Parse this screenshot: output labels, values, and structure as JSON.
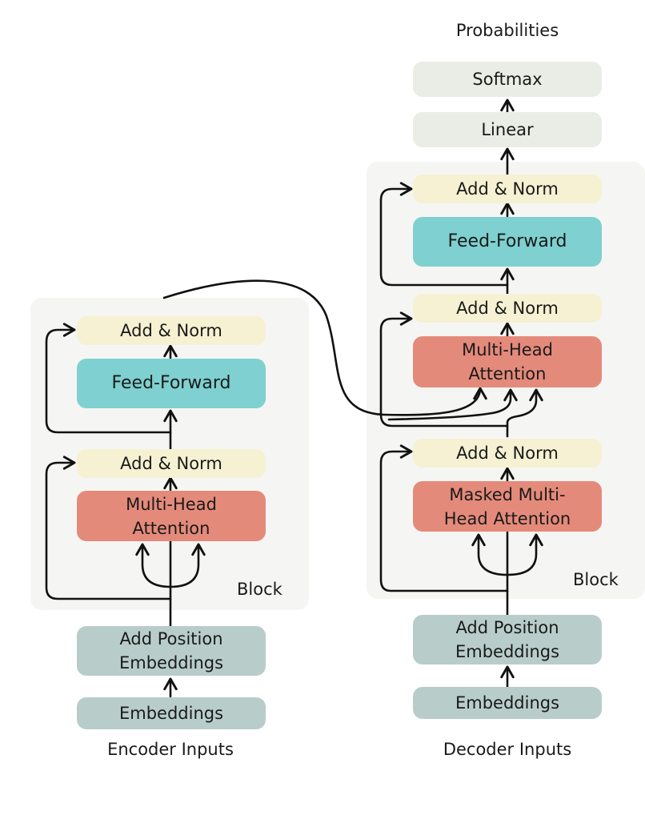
{
  "encoder": {
    "block_label": "Block",
    "add_norm_top": "Add & Norm",
    "feed_forward": "Feed-Forward",
    "add_norm_bottom": "Add & Norm",
    "attention": [
      "Multi-Head",
      "Attention"
    ],
    "position_embeddings": [
      "Add Position",
      "Embeddings"
    ],
    "embeddings": "Embeddings",
    "inputs": "Encoder Inputs"
  },
  "decoder": {
    "block_label": "Block",
    "add_norm_top": "Add & Norm",
    "feed_forward": "Feed-Forward",
    "add_norm_middle": "Add & Norm",
    "cross_attention": [
      "Multi-Head",
      "Attention"
    ],
    "add_norm_bottom": "Add & Norm",
    "masked_attention": [
      "Masked Multi-",
      "Head Attention"
    ],
    "position_embeddings": [
      "Add Position",
      "Embeddings"
    ],
    "embeddings": "Embeddings",
    "inputs": "Decoder Inputs"
  },
  "output": {
    "probabilities": "Probabilities",
    "softmax": "Softmax",
    "linear": "Linear"
  },
  "colors": {
    "add_norm": "#f5f1d2",
    "feed_forward": "#7fd0d0",
    "attention": "#e48a7b",
    "embeddings": "#b8cdc9",
    "output": "#eaece6",
    "block_panel": "#f5f6f3"
  }
}
